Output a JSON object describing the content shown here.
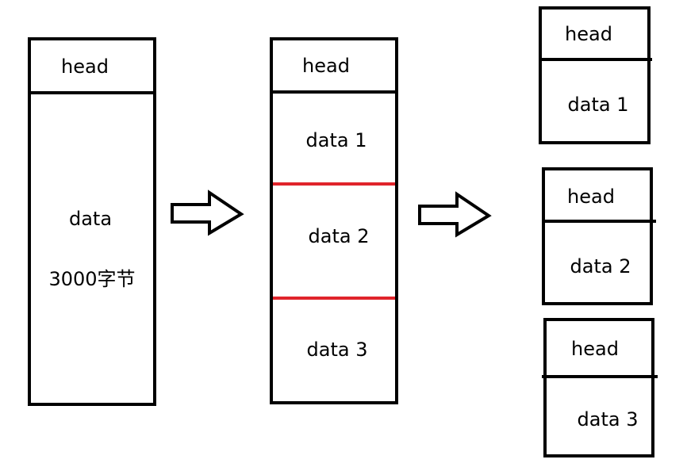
{
  "original_packet": {
    "head_label": "head",
    "data_label": "data",
    "size_label": "3000字节"
  },
  "segmented_packet": {
    "head_label": "head",
    "segments": [
      "data 1",
      "data 2",
      "data 3"
    ]
  },
  "fragments": [
    {
      "head_label": "head",
      "data_label": "data 1"
    },
    {
      "head_label": "head",
      "data_label": "data  2"
    },
    {
      "head_label": "head",
      "data_label": "data  3"
    }
  ],
  "colors": {
    "outline": "#000000",
    "split_line": "#e0242b"
  }
}
